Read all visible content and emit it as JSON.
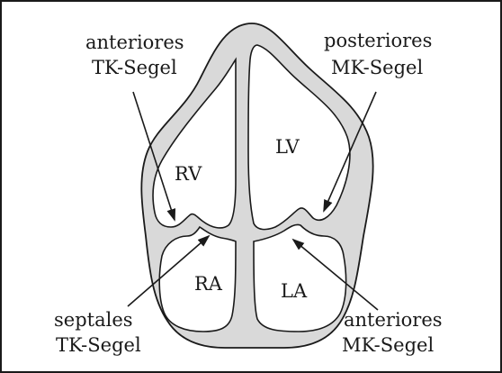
{
  "labels": {
    "top_left_line1": "anteriores",
    "top_left_line2": "TK-Segel",
    "top_right_line1": "posteriores",
    "top_right_line2": "MK-Segel",
    "bottom_left_line1": "septales",
    "bottom_left_line2": "TK-Segel",
    "bottom_right_line1": "anteriores",
    "bottom_right_line2": "MK-Segel"
  },
  "chambers": {
    "rv": "RV",
    "lv": "LV",
    "ra": "RA",
    "la": "LA"
  },
  "colors": {
    "wall_fill": "#d9d9d9",
    "chamber_fill": "#ffffff",
    "outline": "#1a1a1a",
    "frame": "#1a1a1a"
  }
}
